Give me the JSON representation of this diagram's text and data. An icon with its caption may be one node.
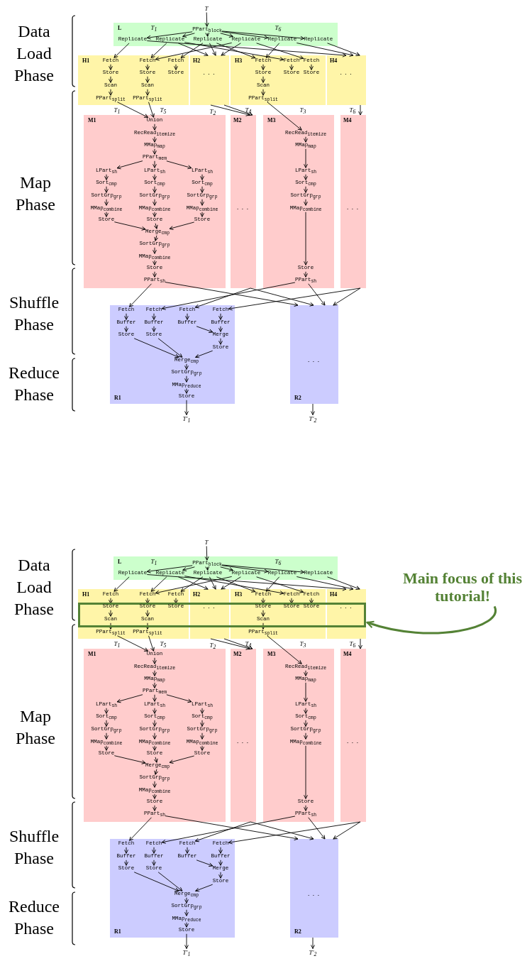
{
  "diagram": {
    "nodes": [
      {
        "text": [
          "T"
        ]
      },
      {
        "text": [
          "L"
        ]
      },
      {
        "text": [
          "PPart$_{block}$"
        ],
        "in": 1
      },
      {
        "text": [
          "Replicate"
        ],
        "in": 1
      },
      {
        "text": [
          "Replicate"
        ],
        "in": 1
      },
      {
        "text": [
          "Replicate"
        ],
        "in": 1
      },
      {
        "text": [
          "Replicate"
        ],
        "in": 1
      },
      {
        "text": [
          "Replicate"
        ],
        "in": 1
      },
      {
        "text": [
          "Replicate"
        ],
        "in": 1
      },
      {
        "text": [
          "H1"
        ]
      },
      {
        "text": [
          "Fetch"
        ],
        "in": 9
      },
      {
        "text": [
          "Store"
        ],
        "in": 9
      },
      {
        "text": [
          "Scan"
        ],
        "in": 9
      },
      {
        "text": [
          "PPart$_{split}$"
        ],
        "in": 9
      },
      {
        "text": [
          "Fetch"
        ],
        "in": 9
      },
      {
        "text": [
          "Store"
        ],
        "in": 9
      },
      {
        "text": [
          "Scan"
        ],
        "in": 9
      },
      {
        "text": [
          "PPart$_{split}$"
        ],
        "in": 9
      },
      {
        "text": [
          "Fetch"
        ],
        "in": 9
      },
      {
        "text": [
          "Store"
        ],
        "in": 9
      },
      {
        "text": [
          "H2",
          "..."
        ]
      },
      {
        "text": [
          "H3"
        ]
      },
      {
        "text": [
          "Fetch"
        ],
        "in": 21
      },
      {
        "text": [
          "Store"
        ],
        "in": 21
      },
      {
        "text": [
          "Scan"
        ],
        "in": 21
      },
      {
        "text": [
          "PPart$_{split}$"
        ],
        "in": 21
      },
      {
        "text": [
          "Fetch"
        ],
        "in": 21
      },
      {
        "text": [
          "Store"
        ],
        "in": 21
      },
      {
        "text": [
          "Fetch"
        ],
        "in": 21
      },
      {
        "text": [
          "Store"
        ],
        "in": 21
      },
      {
        "text": [
          "H4",
          "..."
        ]
      },
      {
        "text": [
          "M1"
        ]
      },
      {
        "text": [
          "Union"
        ],
        "in": 31
      },
      {
        "text": [
          "RecRead$_{itemize}$"
        ],
        "in": 31
      },
      {
        "text": [
          "MMap$_{map}$"
        ],
        "in": 31
      },
      {
        "text": [
          "PPart$_{mem}$"
        ],
        "in": 31
      },
      {
        "text": [
          "LPart$_{sh}$"
        ],
        "in": 31
      },
      {
        "text": [
          "Sort$_{cmp}$"
        ],
        "in": 31
      },
      {
        "text": [
          "SortGrp$_{grp}$"
        ],
        "in": 31
      },
      {
        "text": [
          "MMap$_{combine}$"
        ],
        "in": 31
      },
      {
        "text": [
          "Store"
        ],
        "in": 31
      },
      {
        "text": [
          "LPart$_{sh}$"
        ],
        "in": 31
      },
      {
        "text": [
          "Sort$_{cmp}$"
        ],
        "in": 31
      },
      {
        "text": [
          "SortGrp$_{grp}$"
        ],
        "in": 31
      },
      {
        "text": [
          "MMap$_{combine}$"
        ],
        "in": 31
      },
      {
        "text": [
          "Store"
        ],
        "in": 31
      },
      {
        "text": [
          "LPart$_{sh}$"
        ],
        "in": 31
      },
      {
        "text": [
          "Sort$_{cmp}$"
        ],
        "in": 31
      },
      {
        "text": [
          "SortGrp$_{grp}$"
        ],
        "in": 31
      },
      {
        "text": [
          "MMap$_{combine}$"
        ],
        "in": 31
      },
      {
        "text": [
          "Store"
        ],
        "in": 31
      },
      {
        "text": [
          "Merge$_{cmp}$"
        ],
        "in": 31
      },
      {
        "text": [
          "SortGrp$_{grp}$"
        ],
        "in": 31
      },
      {
        "text": [
          "MMap$_{combine}$"
        ],
        "in": 31
      },
      {
        "text": [
          "Store"
        ],
        "in": 31
      },
      {
        "text": [
          "PPart$_{sh}$"
        ],
        "in": 31
      },
      {
        "text": [
          "M2",
          "..."
        ]
      },
      {
        "text": [
          "M3"
        ]
      },
      {
        "text": [
          "RecRead$_{itemize}$"
        ],
        "in": 57
      },
      {
        "text": [
          "MMap$_{map}$"
        ],
        "in": 57
      },
      {
        "text": [
          "LPart$_{sh}$"
        ],
        "in": 57
      },
      {
        "text": [
          "Sort$_{cmp}$"
        ],
        "in": 57
      },
      {
        "text": [
          "SortGrp$_{grp}$"
        ],
        "in": 57
      },
      {
        "text": [
          "MMap$_{combine}$"
        ],
        "in": 57
      },
      {
        "text": [
          "Store"
        ],
        "in": 57
      },
      {
        "text": [
          "PPart$_{sh}$"
        ],
        "in": 57
      },
      {
        "text": [
          "M4",
          "..."
        ]
      },
      {
        "text": [
          "R1"
        ]
      },
      {
        "text": [
          "Fetch"
        ],
        "in": 67
      },
      {
        "text": [
          "Buffer"
        ],
        "in": 67
      },
      {
        "text": [
          "Store"
        ],
        "in": 67
      },
      {
        "text": [
          "Fetch"
        ],
        "in": 67
      },
      {
        "text": [
          "Buffer"
        ],
        "in": 67
      },
      {
        "text": [
          "Store"
        ],
        "in": 67
      },
      {
        "text": [
          "Fetch"
        ],
        "in": 67
      },
      {
        "text": [
          "Buffer"
        ],
        "in": 67
      },
      {
        "text": [
          "Fetch"
        ],
        "in": 67
      },
      {
        "text": [
          "Buffer"
        ],
        "in": 67
      },
      {
        "text": [
          "Merge"
        ],
        "in": 67
      },
      {
        "text": [
          "Store"
        ],
        "in": 67
      },
      {
        "text": [
          "Merge$_{cmp}$"
        ],
        "in": 67
      },
      {
        "text": [
          "SortGrp$_{grp}$"
        ],
        "in": 67
      },
      {
        "text": [
          "MMap$_{reduce}$"
        ],
        "in": 67
      },
      {
        "text": [
          "Store"
        ],
        "in": 67
      },
      {
        "text": [
          "R2",
          "..."
        ]
      },
      {
        "text": [
          "T′$_{1}$"
        ]
      },
      {
        "text": [
          "T′$_{2}$"
        ]
      },
      {
        "text": [
          "T"
        ]
      },
      {
        "text": [
          "L"
        ]
      },
      {
        "text": [
          "PPart$_{block}$"
        ],
        "in": 88
      },
      {
        "text": [
          "Replicate"
        ],
        "in": 88
      },
      {
        "text": [
          "Replicate"
        ],
        "in": 88
      },
      {
        "text": [
          "Replicate"
        ],
        "in": 88
      },
      {
        "text": [
          "Replicate"
        ],
        "in": 88
      },
      {
        "text": [
          "Replicate"
        ],
        "in": 88
      },
      {
        "text": [
          "Replicate"
        ],
        "in": 88
      },
      {
        "text": [
          "H1"
        ]
      },
      {
        "text": [
          "Fetch"
        ],
        "in": 96
      },
      {
        "text": [
          "Store"
        ],
        "in": 96
      },
      {
        "text": [
          "Scan"
        ],
        "in": 96
      },
      {
        "text": [
          "PPart$_{split}$"
        ],
        "in": 96
      },
      {
        "text": [
          "Fetch"
        ],
        "in": 96
      },
      {
        "text": [
          "Store"
        ],
        "in": 96
      },
      {
        "text": [
          "Scan"
        ],
        "in": 96
      },
      {
        "text": [
          "PPart$_{split}$"
        ],
        "in": 96
      },
      {
        "text": [
          "Fetch"
        ],
        "in": 96
      },
      {
        "text": [
          "Store"
        ],
        "in": 96
      },
      {
        "text": [
          "H2",
          "..."
        ]
      },
      {
        "text": [
          "H3"
        ]
      },
      {
        "text": [
          "Fetch"
        ],
        "in": 108
      },
      {
        "text": [
          "Store"
        ],
        "in": 108
      },
      {
        "text": [
          "Scan"
        ],
        "in": 108
      },
      {
        "text": [
          "PPart$_{split}$"
        ],
        "in": 108
      },
      {
        "text": [
          "Fetch"
        ],
        "in": 108
      },
      {
        "text": [
          "Store"
        ],
        "in": 108
      },
      {
        "text": [
          "Fetch"
        ],
        "in": 108
      },
      {
        "text": [
          "Store"
        ],
        "in": 108
      },
      {
        "text": [
          "H4",
          "..."
        ]
      },
      {
        "text": [
          "M1"
        ]
      },
      {
        "text": [
          "Union"
        ],
        "in": 118
      },
      {
        "text": [
          "RecRead$_{itemize}$"
        ],
        "in": 118
      },
      {
        "text": [
          "MMap$_{map}$"
        ],
        "in": 118
      },
      {
        "text": [
          "PPart$_{mem}$"
        ],
        "in": 118
      },
      {
        "text": [
          "LPart$_{sh}$"
        ],
        "in": 118
      },
      {
        "text": [
          "Sort$_{cmp}$"
        ],
        "in": 118
      },
      {
        "text": [
          "SortGrp$_{grp}$"
        ],
        "in": 118
      },
      {
        "text": [
          "MMap$_{combine}$"
        ],
        "in": 118
      },
      {
        "text": [
          "Store"
        ],
        "in": 118
      },
      {
        "text": [
          "LPart$_{sh}$"
        ],
        "in": 118
      },
      {
        "text": [
          "Sort$_{cmp}$"
        ],
        "in": 118
      },
      {
        "text": [
          "SortGrp$_{grp}$"
        ],
        "in": 118
      },
      {
        "text": [
          "MMap$_{combine}$"
        ],
        "in": 118
      },
      {
        "text": [
          "Store"
        ],
        "in": 118
      },
      {
        "text": [
          "LPart$_{sh}$"
        ],
        "in": 118
      },
      {
        "text": [
          "Sort$_{cmp}$"
        ],
        "in": 118
      },
      {
        "text": [
          "SortGrp$_{grp}$"
        ],
        "in": 118
      },
      {
        "text": [
          "MMap$_{combine}$"
        ],
        "in": 118
      },
      {
        "text": [
          "Store"
        ],
        "in": 118
      },
      {
        "text": [
          "Merge$_{cmp}$"
        ],
        "in": 118
      },
      {
        "text": [
          "SortGrp$_{grp}$"
        ],
        "in": 118
      },
      {
        "text": [
          "MMap$_{combine}$"
        ],
        "in": 118
      },
      {
        "text": [
          "Store"
        ],
        "in": 118
      },
      {
        "text": [
          "PPart$_{sh}$"
        ],
        "in": 118
      },
      {
        "text": [
          "M2",
          "..."
        ]
      },
      {
        "text": [
          "M3"
        ]
      },
      {
        "text": [
          "RecRead$_{itemize}$"
        ],
        "in": 144
      },
      {
        "text": [
          "MMap$_{map}$"
        ],
        "in": 144
      },
      {
        "text": [
          "LPart$_{sh}$"
        ],
        "in": 144
      },
      {
        "text": [
          "Sort$_{cmp}$"
        ],
        "in": 144
      },
      {
        "text": [
          "SortGrp$_{grp}$"
        ],
        "in": 144
      },
      {
        "text": [
          "MMap$_{combine}$"
        ],
        "in": 144
      },
      {
        "text": [
          "Store"
        ],
        "in": 144
      },
      {
        "text": [
          "PPart$_{sh}$"
        ],
        "in": 144
      },
      {
        "text": [
          "M4",
          "..."
        ]
      },
      {
        "text": [
          "R1"
        ]
      },
      {
        "text": [
          "Fetch"
        ],
        "in": 154
      },
      {
        "text": [
          "Buffer"
        ],
        "in": 154
      },
      {
        "text": [
          "Store"
        ],
        "in": 154
      },
      {
        "text": [
          "Fetch"
        ],
        "in": 154
      },
      {
        "text": [
          "Buffer"
        ],
        "in": 154
      },
      {
        "text": [
          "Store"
        ],
        "in": 154
      },
      {
        "text": [
          "Fetch"
        ],
        "in": 154
      },
      {
        "text": [
          "Buffer"
        ],
        "in": 154
      },
      {
        "text": [
          "Fetch"
        ],
        "in": 154
      },
      {
        "text": [
          "Buffer"
        ],
        "in": 154
      },
      {
        "text": [
          "Merge"
        ],
        "in": 154
      },
      {
        "text": [
          "Store"
        ],
        "in": 154
      },
      {
        "text": [
          "Merge$_{cmp}$"
        ],
        "in": 154
      },
      {
        "text": [
          "SortGrp$_{grp}$"
        ],
        "in": 154
      },
      {
        "text": [
          "MMap$_{reduce}$"
        ],
        "in": 154
      },
      {
        "text": [
          "Store"
        ],
        "in": 154
      },
      {
        "text": [
          "R2",
          "..."
        ]
      },
      {
        "text": [
          "T′$_{1}$"
        ]
      },
      {
        "text": [
          "T′$_{2}$"
        ]
      },
      {
        "text": [
          "Main focus of this tutorial!"
        ]
      }
    ],
    "edges": [
      {
        "from": 0,
        "to": 2,
        "arrow": "to"
      },
      {
        "from": 2,
        "to": 3,
        "arrow": "to",
        "label": "T$_{1}$"
      },
      {
        "from": 2,
        "to": 4,
        "arrow": "to"
      },
      {
        "from": 2,
        "to": 5,
        "arrow": "to"
      },
      {
        "from": 2,
        "to": 6,
        "arrow": "to"
      },
      {
        "from": 2,
        "to": 7,
        "arrow": "to"
      },
      {
        "from": 2,
        "to": 8,
        "arrow": "to",
        "label": "T$_{6}$"
      },
      {
        "from": 3,
        "to": 10,
        "arrow": "to"
      },
      {
        "from": 3,
        "to": 30,
        "arrow": "to"
      },
      {
        "from": 4,
        "to": 14,
        "arrow": "to"
      },
      {
        "from": 4,
        "to": 20,
        "arrow": "to"
      },
      {
        "from": 4,
        "to": 26,
        "arrow": "to"
      },
      {
        "from": 5,
        "to": 18,
        "arrow": "to"
      },
      {
        "from": 5,
        "to": 20,
        "arrow": "to"
      },
      {
        "from": 5,
        "to": 22,
        "arrow": "to"
      },
      {
        "from": 6,
        "to": 14,
        "arrow": "to"
      },
      {
        "from": 6,
        "to": 20,
        "arrow": "to"
      },
      {
        "from": 6,
        "to": 28,
        "arrow": "to"
      },
      {
        "from": 7,
        "to": 22,
        "arrow": "to"
      },
      {
        "from": 7,
        "to": 30,
        "arrow": "to"
      },
      {
        "from": 8,
        "to": 30,
        "arrow": "to"
      },
      {
        "from": 10,
        "to": 11,
        "arrow": "to"
      },
      {
        "from": 11,
        "to": 12,
        "arrow": "to"
      },
      {
        "from": 12,
        "to": 13,
        "arrow": "to"
      },
      {
        "from": 14,
        "to": 15,
        "arrow": "to"
      },
      {
        "from": 15,
        "to": 16,
        "arrow": "to"
      },
      {
        "from": 16,
        "to": 17,
        "arrow": "to"
      },
      {
        "from": 18,
        "to": 19,
        "arrow": "to"
      },
      {
        "from": 22,
        "to": 23,
        "arrow": "to"
      },
      {
        "from": 23,
        "to": 24,
        "arrow": "to"
      },
      {
        "from": 24,
        "to": 25,
        "arrow": "to"
      },
      {
        "from": 26,
        "to": 27,
        "arrow": "to"
      },
      {
        "from": 28,
        "to": 29,
        "arrow": "to"
      },
      {
        "from": 13,
        "to": 32,
        "arrow": "to",
        "label": "T$_{1}$"
      },
      {
        "from": 17,
        "to": 32,
        "arrow": "to",
        "label": "T$_{5}$"
      },
      {
        "from": 20,
        "to": 56,
        "arrow": "to",
        "label": "T$_{2}$"
      },
      {
        "from": 20,
        "to": 56,
        "arrow": "to",
        "label": "T$_{4}$"
      },
      {
        "from": 25,
        "to": 58,
        "arrow": "to",
        "label": "T$_{3}$"
      },
      {
        "from": 30,
        "to": 66,
        "arrow": "to",
        "label": "T$_{6}$"
      },
      {
        "from": 32,
        "to": 33,
        "arrow": "to"
      },
      {
        "from": 33,
        "to": 34,
        "arrow": "to"
      },
      {
        "from": 34,
        "to": 35,
        "arrow": "to"
      },
      {
        "from": 35,
        "to": 36,
        "arrow": "to"
      },
      {
        "from": 35,
        "to": 41,
        "arrow": "to"
      },
      {
        "from": 35,
        "to": 46,
        "arrow": "to"
      },
      {
        "from": 36,
        "to": 37,
        "arrow": "to"
      },
      {
        "from": 37,
        "to": 38,
        "arrow": "to"
      },
      {
        "from": 38,
        "to": 39,
        "arrow": "to"
      },
      {
        "from": 39,
        "to": 40,
        "arrow": "to"
      },
      {
        "from": 41,
        "to": 42,
        "arrow": "to"
      },
      {
        "from": 42,
        "to": 43,
        "arrow": "to"
      },
      {
        "from": 43,
        "to": 44,
        "arrow": "to"
      },
      {
        "from": 44,
        "to": 45,
        "arrow": "to"
      },
      {
        "from": 46,
        "to": 47,
        "arrow": "to"
      },
      {
        "from": 47,
        "to": 48,
        "arrow": "to"
      },
      {
        "from": 48,
        "to": 49,
        "arrow": "to"
      },
      {
        "from": 49,
        "to": 50,
        "arrow": "to"
      },
      {
        "from": 40,
        "to": 51,
        "arrow": "to"
      },
      {
        "from": 45,
        "to": 51,
        "arrow": "to"
      },
      {
        "from": 50,
        "to": 51,
        "arrow": "to"
      },
      {
        "from": 51,
        "to": 52,
        "arrow": "to"
      },
      {
        "from": 52,
        "to": 53,
        "arrow": "to"
      },
      {
        "from": 53,
        "to": 54,
        "arrow": "to"
      },
      {
        "from": 54,
        "to": 55,
        "arrow": "to"
      },
      {
        "from": 58,
        "to": 59,
        "arrow": "to"
      },
      {
        "from": 59,
        "to": 60,
        "arrow": "to"
      },
      {
        "from": 60,
        "to": 61,
        "arrow": "to"
      },
      {
        "from": 61,
        "to": 62,
        "arrow": "to"
      },
      {
        "from": 62,
        "to": 63,
        "arrow": "to"
      },
      {
        "from": 63,
        "to": 64,
        "arrow": "to"
      },
      {
        "from": 64,
        "to": 65,
        "arrow": "to"
      },
      {
        "from": 55,
        "to": 68,
        "arrow": "to"
      },
      {
        "from": 55,
        "to": 84,
        "arrow": "to"
      },
      {
        "from": 56,
        "to": 74,
        "arrow": "to"
      },
      {
        "from": 56,
        "to": 84,
        "arrow": "to"
      },
      {
        "from": 65,
        "to": 71,
        "arrow": "to"
      },
      {
        "from": 65,
        "to": 84,
        "arrow": "to"
      },
      {
        "from": 66,
        "to": 76,
        "arrow": "to"
      },
      {
        "from": 66,
        "to": 84,
        "arrow": "to"
      },
      {
        "from": 68,
        "to": 69,
        "arrow": "to"
      },
      {
        "from": 69,
        "to": 70,
        "arrow": "to"
      },
      {
        "from": 71,
        "to": 72,
        "arrow": "to"
      },
      {
        "from": 72,
        "to": 73,
        "arrow": "to"
      },
      {
        "from": 74,
        "to": 75,
        "arrow": "to"
      },
      {
        "from": 75,
        "to": 78,
        "arrow": "to"
      },
      {
        "from": 76,
        "to": 77,
        "arrow": "to"
      },
      {
        "from": 77,
        "to": 78,
        "arrow": "to"
      },
      {
        "from": 78,
        "to": 79,
        "arrow": "to"
      },
      {
        "from": 70,
        "to": 80,
        "arrow": "to"
      },
      {
        "from": 73,
        "to": 80,
        "arrow": "to"
      },
      {
        "from": 79,
        "to": 80,
        "arrow": "to"
      },
      {
        "from": 80,
        "to": 81,
        "arrow": "to"
      },
      {
        "from": 81,
        "to": 82,
        "arrow": "to"
      },
      {
        "from": 82,
        "to": 83,
        "arrow": "to"
      },
      {
        "from": 83,
        "to": 85,
        "arrow": "to"
      },
      {
        "from": 84,
        "to": 86,
        "arrow": "to"
      },
      {
        "from": 87,
        "to": 89,
        "arrow": "to"
      },
      {
        "from": 89,
        "to": 90,
        "arrow": "to",
        "label": "T$_{1}$"
      },
      {
        "from": 89,
        "to": 91,
        "arrow": "to"
      },
      {
        "from": 89,
        "to": 92,
        "arrow": "to"
      },
      {
        "from": 89,
        "to": 93,
        "arrow": "to"
      },
      {
        "from": 89,
        "to": 94,
        "arrow": "to"
      },
      {
        "from": 89,
        "to": 95,
        "arrow": "to",
        "label": "T$_{6}$"
      },
      {
        "from": 90,
        "to": 97,
        "arrow": "to"
      },
      {
        "from": 90,
        "to": 117,
        "arrow": "to"
      },
      {
        "from": 91,
        "to": 101,
        "arrow": "to"
      },
      {
        "from": 91,
        "to": 107,
        "arrow": "to"
      },
      {
        "from": 91,
        "to": 113,
        "arrow": "to"
      },
      {
        "from": 92,
        "to": 105,
        "arrow": "to"
      },
      {
        "from": 92,
        "to": 107,
        "arrow": "to"
      },
      {
        "from": 92,
        "to": 109,
        "arrow": "to"
      },
      {
        "from": 93,
        "to": 101,
        "arrow": "to"
      },
      {
        "from": 93,
        "to": 107,
        "arrow": "to"
      },
      {
        "from": 93,
        "to": 115,
        "arrow": "to"
      },
      {
        "from": 94,
        "to": 109,
        "arrow": "to"
      },
      {
        "from": 94,
        "to": 117,
        "arrow": "to"
      },
      {
        "from": 95,
        "to": 117,
        "arrow": "to"
      },
      {
        "from": 97,
        "to": 98,
        "arrow": "to"
      },
      {
        "from": 98,
        "to": 99,
        "arrow": "to"
      },
      {
        "from": 99,
        "to": 100,
        "arrow": "to"
      },
      {
        "from": 101,
        "to": 102,
        "arrow": "to"
      },
      {
        "from": 102,
        "to": 103,
        "arrow": "to"
      },
      {
        "from": 103,
        "to": 104,
        "arrow": "to"
      },
      {
        "from": 105,
        "to": 106,
        "arrow": "to"
      },
      {
        "from": 109,
        "to": 110,
        "arrow": "to"
      },
      {
        "from": 110,
        "to": 111,
        "arrow": "to"
      },
      {
        "from": 111,
        "to": 112,
        "arrow": "to"
      },
      {
        "from": 113,
        "to": 114,
        "arrow": "to"
      },
      {
        "from": 115,
        "to": 116,
        "arrow": "to"
      },
      {
        "from": 100,
        "to": 119,
        "arrow": "to",
        "label": "T$_{1}$"
      },
      {
        "from": 104,
        "to": 119,
        "arrow": "to",
        "label": "T$_{5}$"
      },
      {
        "from": 107,
        "to": 143,
        "arrow": "to",
        "label": "T$_{2}$"
      },
      {
        "from": 107,
        "to": 143,
        "arrow": "to",
        "label": "T$_{4}$"
      },
      {
        "from": 112,
        "to": 145,
        "arrow": "to",
        "label": "T$_{3}$"
      },
      {
        "from": 117,
        "to": 153,
        "arrow": "to",
        "label": "T$_{6}$"
      },
      {
        "from": 119,
        "to": 120,
        "arrow": "to"
      },
      {
        "from": 120,
        "to": 121,
        "arrow": "to"
      },
      {
        "from": 121,
        "to": 122,
        "arrow": "to"
      },
      {
        "from": 122,
        "to": 123,
        "arrow": "to"
      },
      {
        "from": 122,
        "to": 128,
        "arrow": "to"
      },
      {
        "from": 122,
        "to": 133,
        "arrow": "to"
      },
      {
        "from": 123,
        "to": 124,
        "arrow": "to"
      },
      {
        "from": 124,
        "to": 125,
        "arrow": "to"
      },
      {
        "from": 125,
        "to": 126,
        "arrow": "to"
      },
      {
        "from": 126,
        "to": 127,
        "arrow": "to"
      },
      {
        "from": 128,
        "to": 129,
        "arrow": "to"
      },
      {
        "from": 129,
        "to": 130,
        "arrow": "to"
      },
      {
        "from": 130,
        "to": 131,
        "arrow": "to"
      },
      {
        "from": 131,
        "to": 132,
        "arrow": "to"
      },
      {
        "from": 133,
        "to": 134,
        "arrow": "to"
      },
      {
        "from": 134,
        "to": 135,
        "arrow": "to"
      },
      {
        "from": 135,
        "to": 136,
        "arrow": "to"
      },
      {
        "from": 136,
        "to": 137,
        "arrow": "to"
      },
      {
        "from": 127,
        "to": 138,
        "arrow": "to"
      },
      {
        "from": 132,
        "to": 138,
        "arrow": "to"
      },
      {
        "from": 137,
        "to": 138,
        "arrow": "to"
      },
      {
        "from": 138,
        "to": 139,
        "arrow": "to"
      },
      {
        "from": 139,
        "to": 140,
        "arrow": "to"
      },
      {
        "from": 140,
        "to": 141,
        "arrow": "to"
      },
      {
        "from": 141,
        "to": 142,
        "arrow": "to"
      },
      {
        "from": 145,
        "to": 146,
        "arrow": "to"
      },
      {
        "from": 146,
        "to": 147,
        "arrow": "to"
      },
      {
        "from": 147,
        "to": 148,
        "arrow": "to"
      },
      {
        "from": 148,
        "to": 149,
        "arrow": "to"
      },
      {
        "from": 149,
        "to": 150,
        "arrow": "to"
      },
      {
        "from": 150,
        "to": 151,
        "arrow": "to"
      },
      {
        "from": 151,
        "to": 152,
        "arrow": "to"
      },
      {
        "from": 142,
        "to": 155,
        "arrow": "to"
      },
      {
        "from": 142,
        "to": 171,
        "arrow": "to"
      },
      {
        "from": 143,
        "to": 161,
        "arrow": "to"
      },
      {
        "from": 143,
        "to": 171,
        "arrow": "to"
      },
      {
        "from": 152,
        "to": 158,
        "arrow": "to"
      },
      {
        "from": 152,
        "to": 171,
        "arrow": "to"
      },
      {
        "from": 153,
        "to": 163,
        "arrow": "to"
      },
      {
        "from": 153,
        "to": 171,
        "arrow": "to"
      },
      {
        "from": 155,
        "to": 156,
        "arrow": "to"
      },
      {
        "from": 156,
        "to": 157,
        "arrow": "to"
      },
      {
        "from": 158,
        "to": 159,
        "arrow": "to"
      },
      {
        "from": 159,
        "to": 160,
        "arrow": "to"
      },
      {
        "from": 161,
        "to": 162,
        "arrow": "to"
      },
      {
        "from": 162,
        "to": 165,
        "arrow": "to"
      },
      {
        "from": 163,
        "to": 164,
        "arrow": "to"
      },
      {
        "from": 164,
        "to": 165,
        "arrow": "to"
      },
      {
        "from": 165,
        "to": 166,
        "arrow": "to"
      },
      {
        "from": 157,
        "to": 167,
        "arrow": "to"
      },
      {
        "from": 160,
        "to": 167,
        "arrow": "to"
      },
      {
        "from": 166,
        "to": 167,
        "arrow": "to"
      },
      {
        "from": 167,
        "to": 168,
        "arrow": "to"
      },
      {
        "from": 168,
        "to": 169,
        "arrow": "to"
      },
      {
        "from": 169,
        "to": 170,
        "arrow": "to"
      },
      {
        "from": 170,
        "to": 172,
        "arrow": "to"
      },
      {
        "from": 171,
        "to": 173,
        "arrow": "to"
      },
      {
        "from": 174,
        "to": 117,
        "arrow": "to",
        "style": "thick",
        "color": "#548235"
      }
    ],
    "labels": [
      "Data Load Phase",
      "Map Phase",
      "Shuffle Phase",
      "Reduce Phase",
      "Data Load Phase",
      "Map Phase",
      "Shuffle Phase",
      "Reduce Phase"
    ]
  }
}
